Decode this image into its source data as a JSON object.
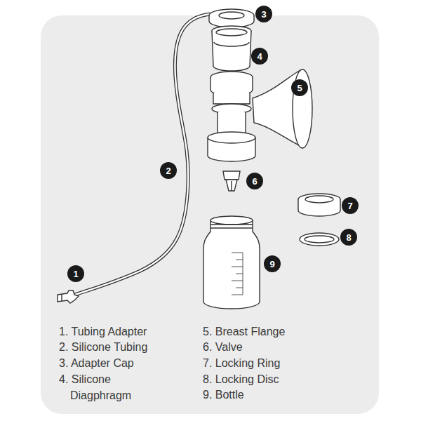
{
  "diagram": {
    "nodes": [
      {
        "text": [
          "1"
        ]
      },
      {
        "text": [
          "2"
        ]
      },
      {
        "text": [
          "3"
        ]
      },
      {
        "text": [
          "4"
        ]
      },
      {
        "text": [
          "5"
        ]
      },
      {
        "text": [
          "6"
        ]
      },
      {
        "text": [
          "7"
        ]
      },
      {
        "text": [
          "8"
        ]
      },
      {
        "text": [
          "9"
        ]
      }
    ],
    "labels": [
      "1. Tubing Adapter",
      "2. Silicone Tubing",
      "3. Adapter Cap",
      "4. Silicone Diagphragm",
      "5. Breast Flange",
      "6. Valve",
      "7. Locking Ring",
      "8. Locking Disc",
      "9. Bottle"
    ]
  }
}
